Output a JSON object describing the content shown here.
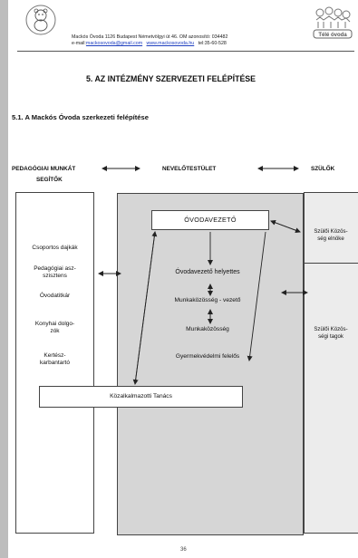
{
  "header": {
    "address_line": "Mackós Óvoda 1126 Budapest Németvölgyi út 46.   OM azonosító: 034482",
    "email_label": "e-mail:",
    "email": "mackosovoda@gmail.com",
    "website": "www.mackosovoda.hu",
    "phone": "tel:35-60-528",
    "logo_right_text": "Télé óvoda"
  },
  "section_title": "5.   AZ INTÉZMÉNY SZERVEZETI FELÉPÍTÉSE",
  "subsection_title": "5.1.   A Mackós Óvoda szerkezeti felépítése",
  "top_labels": {
    "left_line1": "PEDAGÓGIAI MUNKÁT",
    "left_line2": "SEGÍTŐK",
    "middle": "NEVELŐTESTÜLET",
    "right": "SZÜLŐK"
  },
  "diagram": {
    "head_box": "ÓVODAVEZETŐ",
    "middle_items": [
      "Óvodavezető helyettes",
      "Munkaközösség - vezető",
      "Munkaközösség",
      "Gyermekvédelmi felelős"
    ],
    "left_items": [
      "Csoportos dajkák",
      "Pedagógiai asz-\nszisztens",
      "Óvodatitkár",
      "Konyhai dolgo-\nzók",
      "Kertész-\nkarbantartó"
    ],
    "right_items": [
      "Szülői Közös-\nség elnöke",
      "Szülői Közös-\nségi tagok"
    ],
    "council_box": "Közalkalmazotti Tanács"
  },
  "page_number": "36"
}
